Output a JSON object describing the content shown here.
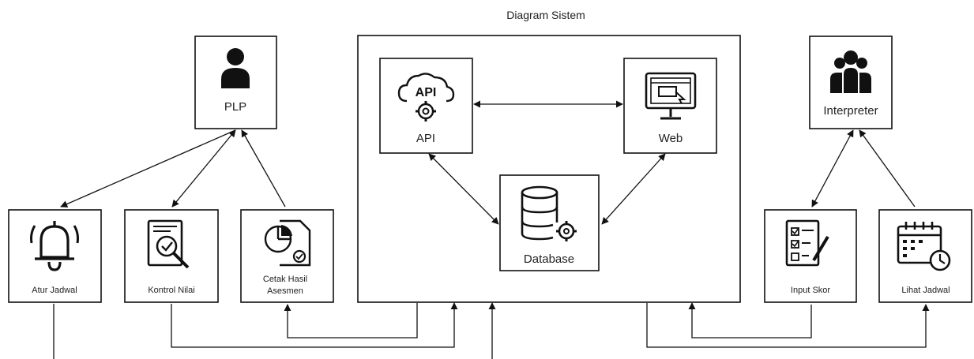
{
  "title": "Diagram Sistem",
  "nodes": {
    "plp": "PLP",
    "interpreter": "Interpreter",
    "api": "API",
    "api_icon_text": "API",
    "web": "Web",
    "database": "Database",
    "atur_jadwal": "Atur Jadwal",
    "kontrol_nilai": "Kontrol Nilai",
    "cetak_hasil_line1": "Cetak Hasil",
    "cetak_hasil_line2": "Asesmen",
    "input_skor": "Input Skor",
    "lihat_jadwal": "Lihat Jadwal"
  },
  "icons": {
    "plp": "user-icon",
    "interpreter": "group-icon",
    "api": "api-cloud-gear-icon",
    "web": "monitor-icon",
    "database": "database-gear-icon",
    "atur_jadwal": "bell-icon",
    "kontrol_nilai": "document-magnifier-icon",
    "cetak_hasil": "report-chart-icon",
    "input_skor": "checklist-icon",
    "lihat_jadwal": "calendar-clock-icon"
  }
}
